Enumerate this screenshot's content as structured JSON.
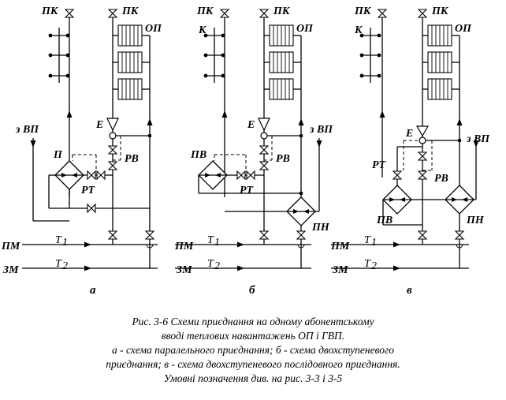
{
  "labels": {
    "pk": "ПК",
    "op": "ОП",
    "k": "К",
    "e": "Е",
    "rv": "РВ",
    "rt": "РТ",
    "p": "П",
    "pv": "ПВ",
    "pn": "ПН",
    "z_vp": "з ВП",
    "pm": "ПМ",
    "zm": "ЗМ",
    "t1": "Τ",
    "t1_sub": "1",
    "t2": "Τ",
    "t2_sub": "2"
  },
  "schemes": [
    "а",
    "б",
    "в"
  ],
  "caption": [
    "Рис. 3-6 Схеми приєднання на одному абонентському",
    "вводі теплових навантажень ОП і ГВП.",
    "а  - схема паралельного приєднання; б - схема двохступеневого",
    "приєднання; в - схема двохступеневого послідовного приєднання.",
    "Умовні позначення див. на рис. 3-3  і 3-5"
  ]
}
